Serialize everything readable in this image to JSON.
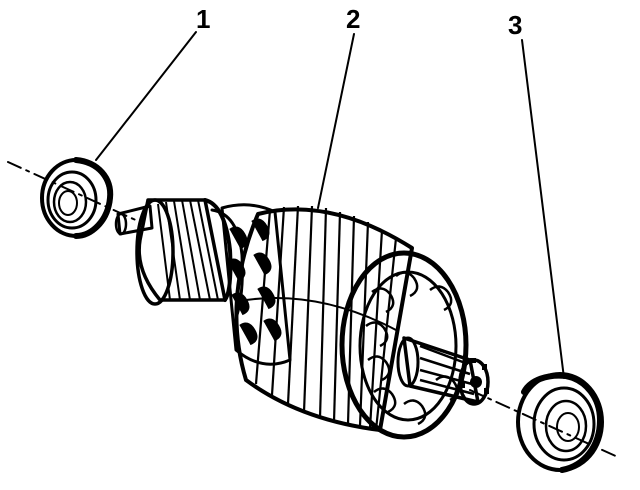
{
  "callouts": [
    {
      "id": "1",
      "label": "1"
    },
    {
      "id": "2",
      "label": "2"
    },
    {
      "id": "3",
      "label": "3"
    }
  ],
  "colors": {
    "ink": "#000000",
    "background": "#ffffff"
  }
}
